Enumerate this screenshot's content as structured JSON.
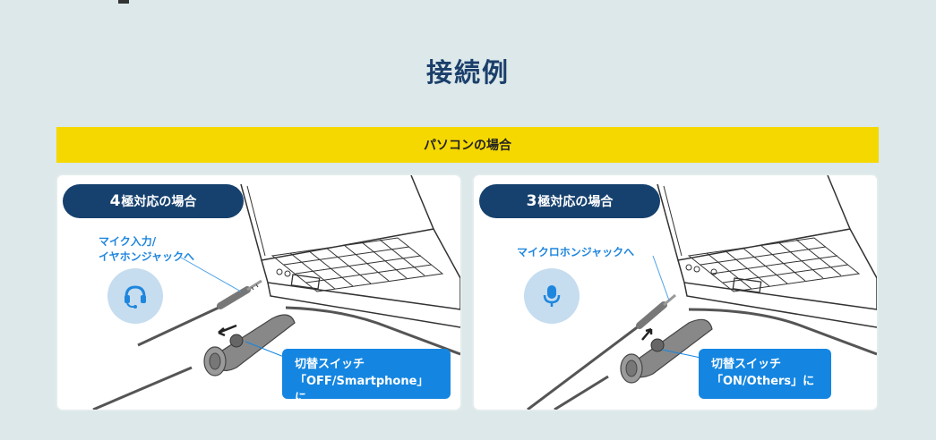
{
  "page": {
    "title": "接続例"
  },
  "banner": {
    "label": "パソコンの場合"
  },
  "panels": [
    {
      "badge_number": "4",
      "badge_text": "極対応の場合",
      "caption_line1": "マイク入力/",
      "caption_line2": "イヤホンジャックへ",
      "icon": "headset-icon",
      "callout_line1": "切替スイッチ",
      "callout_line2": "「OFF/Smartphone」に"
    },
    {
      "badge_number": "3",
      "badge_text": "極対応の場合",
      "caption_line1": "マイクロホンジャックへ",
      "icon": "microphone-icon",
      "callout_line1": "切替スイッチ",
      "callout_line2": "「ON/Others」に"
    }
  ],
  "colors": {
    "background": "#dce8e9",
    "title": "#1b3f6b",
    "banner": "#f5d800",
    "badge": "#16416e",
    "accent_blue": "#1486e1",
    "icon_bubble": "#c6dcef"
  }
}
